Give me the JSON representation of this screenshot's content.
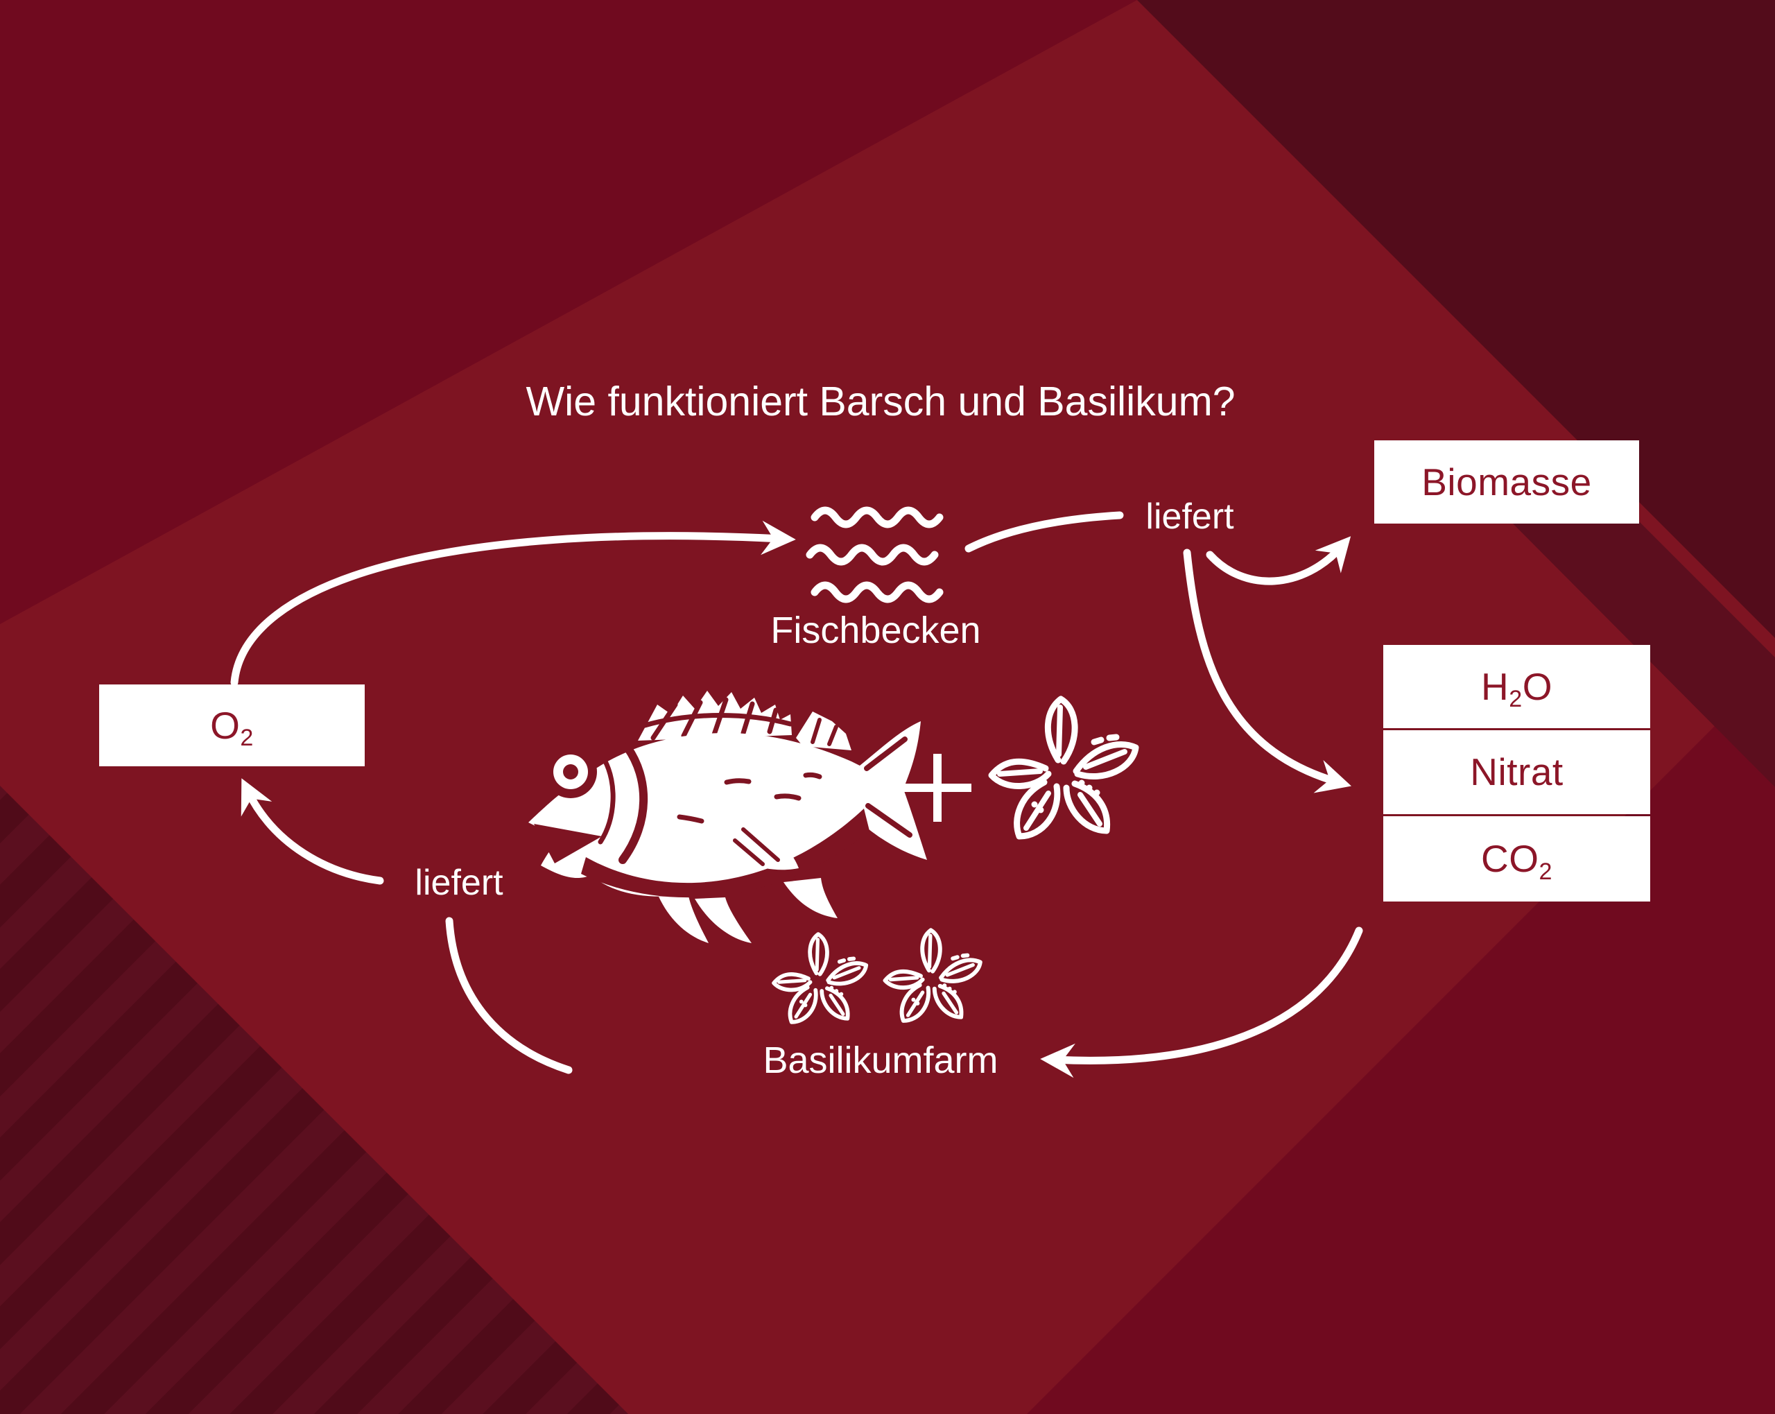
{
  "title": "Wie funktioniert Barsch und Basilikum?",
  "labels": {
    "fischbecken": "Fischbecken",
    "basilikumfarm": "Basilikumfarm",
    "liefert_top": "liefert",
    "liefert_bottom": "liefert"
  },
  "boxes": {
    "biomasse": {
      "text": "Biomasse"
    },
    "o2": {
      "pre": "O",
      "sub": "2",
      "post": ""
    },
    "h2o": {
      "pre": "H",
      "sub": "2",
      "post": "O"
    },
    "nitrat": {
      "text": "Nitrat"
    },
    "co2": {
      "pre": "CO",
      "sub": "2",
      "post": ""
    }
  },
  "icons": {
    "waves": "waves-icon",
    "fish": "fish-icon",
    "basil": "basil-icon",
    "plus": "plus-icon",
    "arrow": "curved-arrow-icon"
  },
  "edges": [
    {
      "from": "Basilikumfarm",
      "label": "liefert",
      "to": "O2"
    },
    {
      "from": "O2",
      "label": "",
      "to": "Fischbecken"
    },
    {
      "from": "Fischbecken",
      "label": "liefert",
      "to": "Biomasse"
    },
    {
      "from": "Fischbecken",
      "label": "liefert",
      "to": "H2O / Nitrat / CO2"
    },
    {
      "from": "H2O / Nitrat / CO2",
      "label": "",
      "to": "Basilikumfarm"
    }
  ],
  "colors": {
    "diamond": "#7E1422",
    "corner_dark": "#700A1F",
    "corner_darker": "#530C1B",
    "stripe_light": "#5B0F1F",
    "stripe_dark": "#500B19",
    "shadow": "#5C0E1E",
    "box_bg": "#FFFFFF",
    "box_text": "#8C1628",
    "line": "#FFFFFF"
  }
}
